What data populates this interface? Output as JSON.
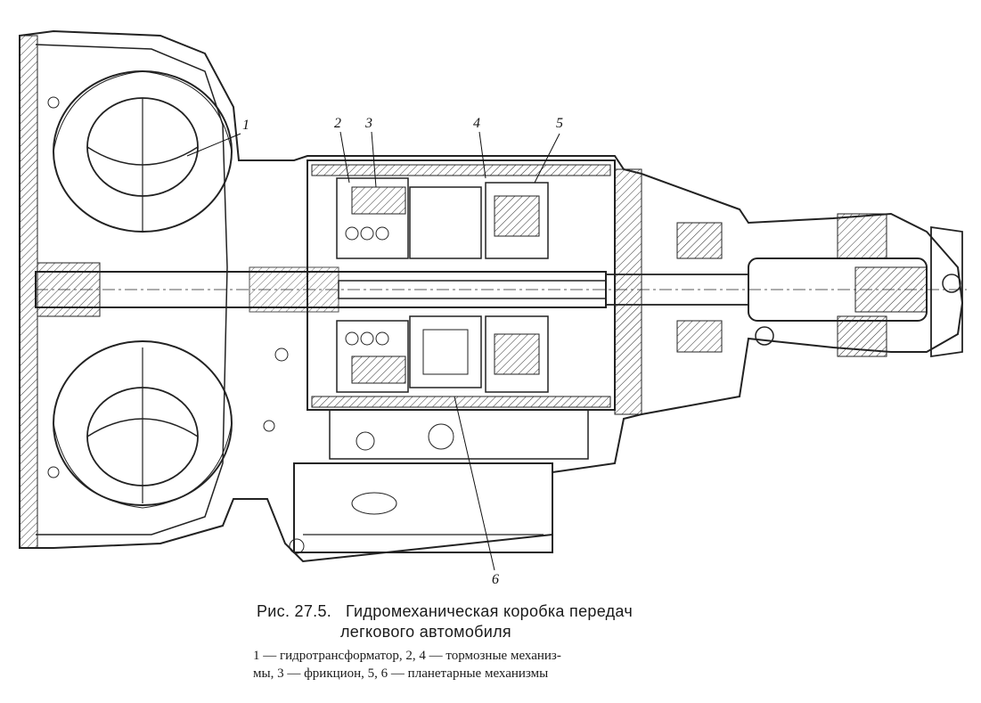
{
  "callouts": {
    "c1": "1",
    "c2": "2",
    "c3": "3",
    "c4": "4",
    "c5": "5",
    "c6": "6"
  },
  "caption": {
    "figure_label": "Рис. 27.5.",
    "title_line1": "Гидромеханическая коробка передач",
    "title_line2": "легкового автомобиля",
    "legend_line1": "1 — гидротрансформатор, 2, 4 — тормозные механиз-",
    "legend_line2": "мы, 3 — фрикцион, 5, 6 — планетарные механизмы"
  }
}
